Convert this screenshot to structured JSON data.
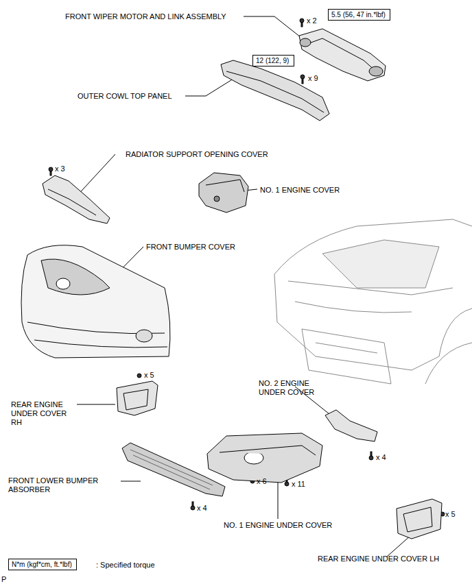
{
  "diagram": {
    "nodes": [
      {
        "text": [
          "5.5 (56, 47 in.*lbf)"
        ]
      },
      {
        "text": [
          "12 (122, 9)"
        ]
      },
      {
        "text": [
          "N*m (kgf*cm, ft.*lbf)"
        ]
      }
    ],
    "labels": [
      "FRONT WIPER MOTOR AND LINK ASSEMBLY",
      "x 2",
      "x 9",
      "OUTER COWL TOP PANEL",
      "RADIATOR SUPPORT OPENING COVER",
      "x 3",
      "NO. 1 ENGINE COVER",
      "FRONT BUMPER COVER",
      "x 5",
      "REAR ENGINE UNDER COVER RH",
      "NO. 2 ENGINE UNDER COVER",
      "x 4",
      "FRONT LOWER BUMPER ABSORBER",
      "x 6",
      "x 11",
      "x 4",
      "NO. 1 ENGINE UNDER COVER",
      "x 5",
      "REAR ENGINE UNDER COVER LH",
      ": Specified torque",
      "P"
    ]
  }
}
